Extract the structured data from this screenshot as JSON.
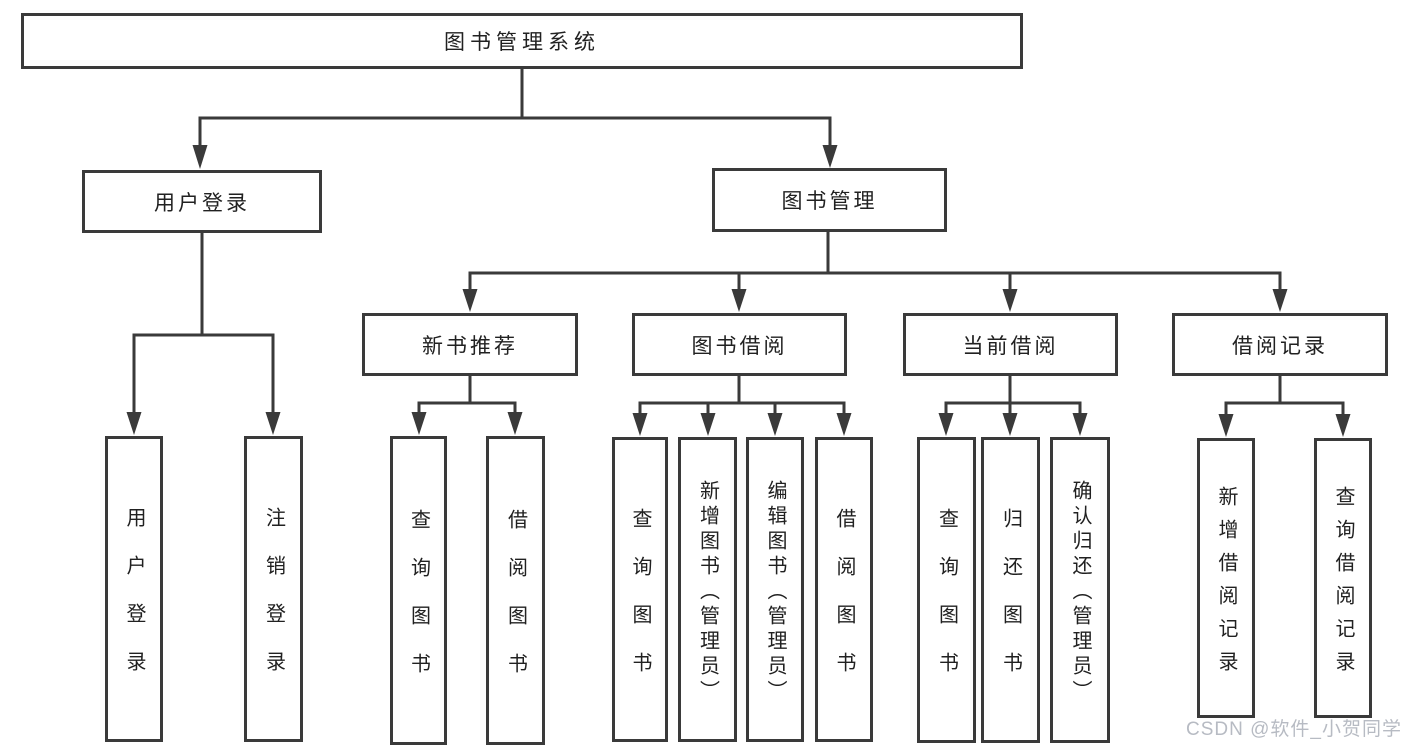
{
  "diagram": {
    "title": "图书管理系统",
    "root": {
      "label": "图书管理系统"
    },
    "level2": [
      {
        "label": "用户登录",
        "parent": "图书管理系统"
      },
      {
        "label": "图书管理",
        "parent": "图书管理系统"
      }
    ],
    "level3": [
      {
        "label": "新书推荐",
        "parent": "图书管理"
      },
      {
        "label": "图书借阅",
        "parent": "图书管理"
      },
      {
        "label": "当前借阅",
        "parent": "图书管理"
      },
      {
        "label": "借阅记录",
        "parent": "图书管理"
      }
    ],
    "leaves": [
      {
        "label": "用户登录",
        "parent": "用户登录"
      },
      {
        "label": "注销登录",
        "parent": "用户登录"
      },
      {
        "label": "查询图书",
        "parent": "新书推荐"
      },
      {
        "label": "借阅图书",
        "parent": "新书推荐"
      },
      {
        "label": "查询图书",
        "parent": "图书借阅"
      },
      {
        "label": "新增图书（管理员）",
        "parent": "图书借阅"
      },
      {
        "label": "编辑图书（管理员）",
        "parent": "图书借阅"
      },
      {
        "label": "借阅图书",
        "parent": "图书借阅"
      },
      {
        "label": "查询图书",
        "parent": "当前借阅"
      },
      {
        "label": "归还图书",
        "parent": "当前借阅"
      },
      {
        "label": "确认归还（管理员）",
        "parent": "当前借阅"
      },
      {
        "label": "新增借阅记录",
        "parent": "借阅记录"
      },
      {
        "label": "查询借阅记录",
        "parent": "借阅记录"
      }
    ]
  },
  "watermark": {
    "text": "CSDN @软件_小贺同学"
  },
  "colors": {
    "line": "#3a3a3a",
    "box_border": "#3a3a3a",
    "box_fill": "#ffffff",
    "text": "#212121",
    "background": "#ffffff",
    "watermark_text": "#b7bbc3"
  }
}
